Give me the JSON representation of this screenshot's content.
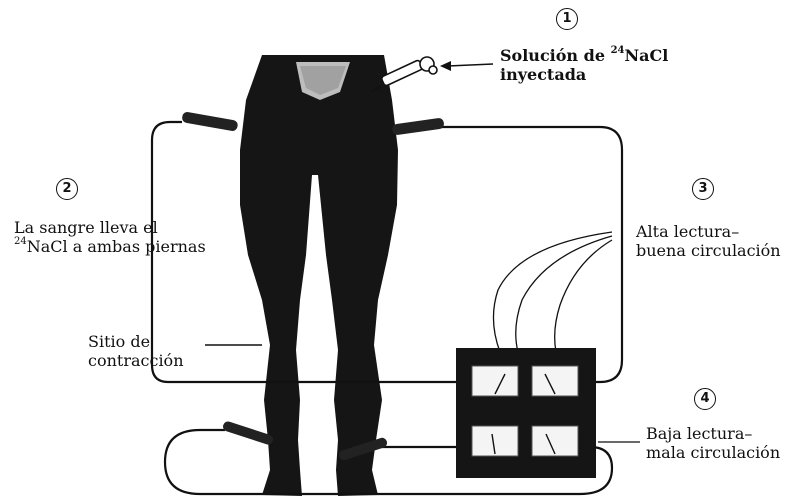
{
  "labels": {
    "step1": {
      "number": "1",
      "line1_pre": "Solución de ",
      "line1_sup": "24",
      "line1_post": "NaCl",
      "line2": "inyectada"
    },
    "step2": {
      "number": "2",
      "line1": "La sangre lleva el",
      "line2_sup": "24",
      "line2_post": "NaCl a ambas piernas"
    },
    "step3": {
      "number": "3",
      "line1": "Alta lectura–",
      "line2": "buena circulación"
    },
    "step4": {
      "number": "4",
      "line1": "Baja lectura–",
      "line2": "mala circulación"
    },
    "constriction": {
      "line1": "Sitio de",
      "line2": "contracción"
    }
  },
  "colors": {
    "ink": "#111111",
    "legs": "#151515",
    "paper": "#ffffff",
    "meter_face": "#f4f4f4"
  }
}
